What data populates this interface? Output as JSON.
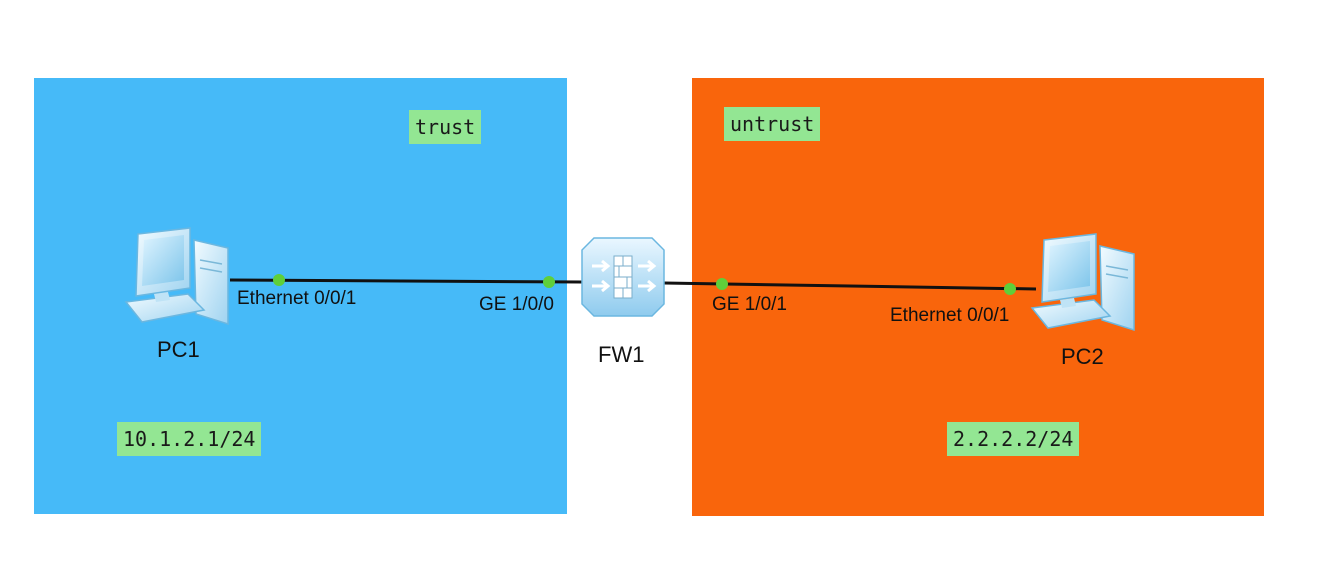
{
  "zones": {
    "trust": {
      "label": "trust",
      "color": "#46baf8"
    },
    "untrust": {
      "label": "untrust",
      "color": "#f9650c"
    }
  },
  "addresses": {
    "pc1_ip": "10.1.2.1/24",
    "pc2_ip": "2.2.2.2/24"
  },
  "devices": {
    "pc1": {
      "label": "PC1",
      "icon": "pc-icon"
    },
    "fw1": {
      "label": "FW1",
      "icon": "firewall-icon"
    },
    "pc2": {
      "label": "PC2",
      "icon": "pc-icon"
    }
  },
  "ports": {
    "pc1_eth": "Ethernet 0/0/1",
    "fw1_ge100": "GE 1/0/0",
    "fw1_ge101": "GE 1/0/1",
    "pc2_eth": "Ethernet 0/0/1"
  },
  "colors": {
    "tag_bg": "#93e693",
    "link": "#111111",
    "port_dot": "#5fcf3a"
  }
}
